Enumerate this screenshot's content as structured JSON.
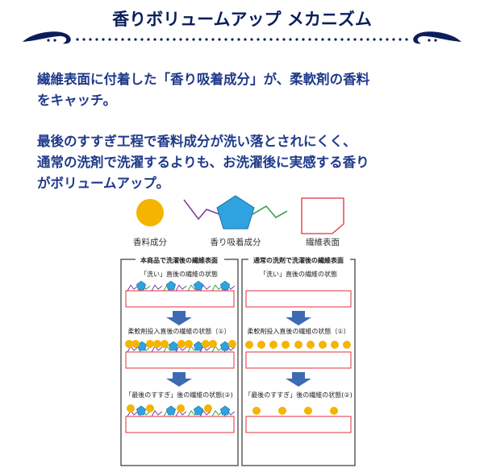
{
  "title": "香りボリュームアップ メカニズム",
  "intro": {
    "line1": "繊維表面に付着した「香り吸着成分」が、柔軟剤の香料",
    "line2": "をキャッチ。",
    "line3": "最後のすすぎ工程で香料成分が洗い落とされにくく、",
    "line4": "通常の洗剤で洗濯するよりも、お洗濯後に実感する香り",
    "line5": "がボリュームアップ。"
  },
  "legend": {
    "fragrance": "香料成分",
    "adsorbent": "香り吸着成分",
    "fiber": "繊維表面"
  },
  "panels": {
    "left": {
      "header": "本商品で洗濯後の繊維表面",
      "step1": "「洗い」直後の繊維の状態",
      "step2": "柔軟剤投入直後の繊維の状態（①）",
      "step3": "「最後のすすぎ」後の繊維の状態(②)"
    },
    "right": {
      "header": "通常の洗剤で洗濯後の繊維表面",
      "step1": "「洗い」直後の繊維の状態",
      "step2": "柔軟剤投入直後の繊維の状態（①）",
      "step3": "「最後のすすぎ」後の繊維の状態(②)"
    }
  },
  "colors": {
    "title": "#0b1e5b",
    "text": "#1f3a8a",
    "fragrance": "#f5b400",
    "adsorbent": "#2ea3e0",
    "fiber_border": "#e0303a",
    "arrow": "#3d6bb3"
  }
}
